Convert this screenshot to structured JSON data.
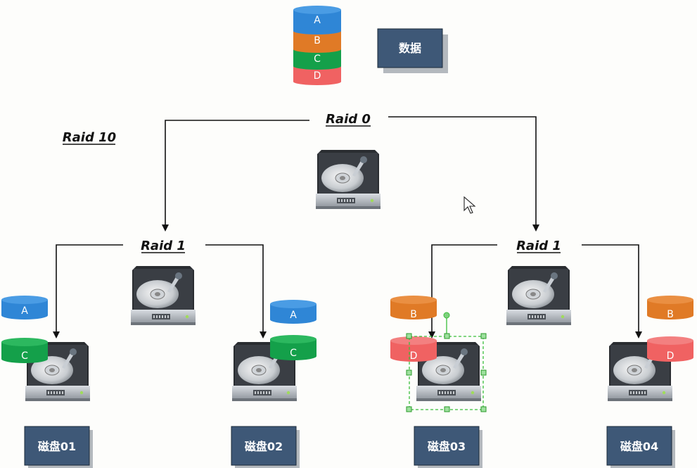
{
  "data_stack": {
    "segments": [
      {
        "label": "A",
        "color": "#2f86d6"
      },
      {
        "label": "B",
        "color": "#e07a26"
      },
      {
        "label": "C",
        "color": "#14a04a"
      },
      {
        "label": "D",
        "color": "#f06262"
      }
    ],
    "box_label": "数据"
  },
  "levels": {
    "top": "Raid 0",
    "raid10": "Raid 10",
    "left": "Raid 1",
    "right": "Raid 1"
  },
  "disks": [
    {
      "label": "磁盘01",
      "top_chip": "A",
      "bottom_chip": "C"
    },
    {
      "label": "磁盘02",
      "top_chip": "A",
      "bottom_chip": "C"
    },
    {
      "label": "磁盘03",
      "top_chip": "B",
      "bottom_chip": "D"
    },
    {
      "label": "磁盘04",
      "top_chip": "B",
      "bottom_chip": "D"
    }
  ],
  "colors": {
    "box": "#3e5877",
    "A": "#2f86d6",
    "B": "#e07a26",
    "C": "#14a04a",
    "D": "#f06262",
    "selection": "#3bbf3b"
  }
}
